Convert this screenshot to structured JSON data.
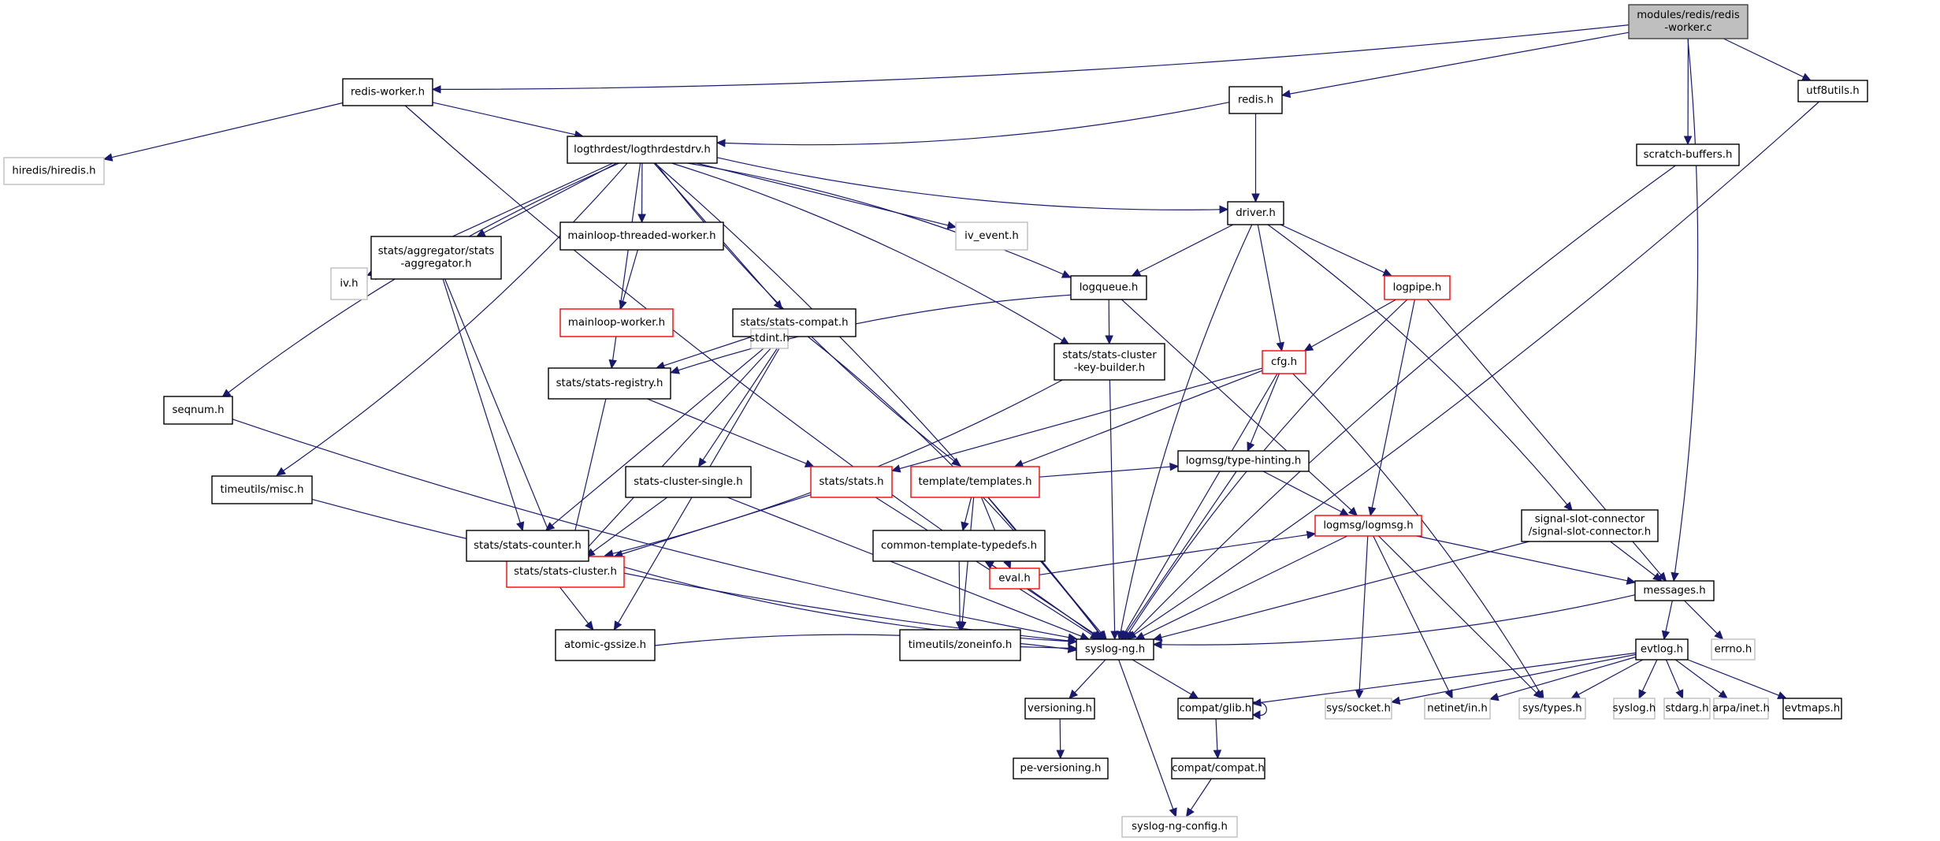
{
  "title": "modules/redis/redis-worker.c",
  "colors": {
    "edge": "#191970",
    "root_fill": "#bfbfbf",
    "normal_border": "#000000",
    "truncated_border": "#ff0000",
    "external_border": "#bfbfbf"
  },
  "nodes": [
    {
      "id": "root",
      "label": [
        "modules/redis/redis",
        "-worker.c"
      ],
      "kind": "root"
    },
    {
      "id": "redis_worker_h",
      "label": [
        "redis-worker.h"
      ],
      "kind": "normal"
    },
    {
      "id": "redis_h",
      "label": [
        "redis.h"
      ],
      "kind": "normal"
    },
    {
      "id": "utf8utils_h",
      "label": [
        "utf8utils.h"
      ],
      "kind": "normal"
    },
    {
      "id": "hiredis_h",
      "label": [
        "hiredis/hiredis.h"
      ],
      "kind": "external"
    },
    {
      "id": "logthrdestdrv_h",
      "label": [
        "logthrdest/logthrdestdrv.h"
      ],
      "kind": "normal"
    },
    {
      "id": "scratch_buffers_h",
      "label": [
        "scratch-buffers.h"
      ],
      "kind": "normal"
    },
    {
      "id": "stats_aggregator_h",
      "label": [
        "stats/aggregator/stats",
        "-aggregator.h"
      ],
      "kind": "normal"
    },
    {
      "id": "mainloop_threaded_worker_h",
      "label": [
        "mainloop-threaded-worker.h"
      ],
      "kind": "normal"
    },
    {
      "id": "iv_event_h",
      "label": [
        "iv_event.h"
      ],
      "kind": "external"
    },
    {
      "id": "driver_h",
      "label": [
        "driver.h"
      ],
      "kind": "normal"
    },
    {
      "id": "iv_h",
      "label": [
        "iv.h"
      ],
      "kind": "external"
    },
    {
      "id": "mainloop_worker_h",
      "label": [
        "mainloop-worker.h"
      ],
      "kind": "truncated"
    },
    {
      "id": "stats_compat_h",
      "label": [
        "stats/stats-compat.h"
      ],
      "kind": "normal"
    },
    {
      "id": "logqueue_h",
      "label": [
        "logqueue.h"
      ],
      "kind": "normal"
    },
    {
      "id": "logpipe_h",
      "label": [
        "logpipe.h"
      ],
      "kind": "truncated"
    },
    {
      "id": "stats_registry_h",
      "label": [
        "stats/stats-registry.h"
      ],
      "kind": "normal"
    },
    {
      "id": "stdint_h",
      "label": [
        "stdint.h"
      ],
      "kind": "external"
    },
    {
      "id": "stats_cluster_key_builder_h",
      "label": [
        "stats/stats-cluster",
        "-key-builder.h"
      ],
      "kind": "normal"
    },
    {
      "id": "cfg_h",
      "label": [
        "cfg.h"
      ],
      "kind": "truncated"
    },
    {
      "id": "seqnum_h",
      "label": [
        "seqnum.h"
      ],
      "kind": "normal"
    },
    {
      "id": "stats_cluster_single_h",
      "label": [
        "stats-cluster-single.h"
      ],
      "kind": "normal"
    },
    {
      "id": "stats_h",
      "label": [
        "stats/stats.h"
      ],
      "kind": "truncated"
    },
    {
      "id": "templates_h",
      "label": [
        "template/templates.h"
      ],
      "kind": "truncated"
    },
    {
      "id": "timeutils_misc_h",
      "label": [
        "timeutils/misc.h"
      ],
      "kind": "normal"
    },
    {
      "id": "stats_cluster_h",
      "label": [
        "stats/stats-cluster.h"
      ],
      "kind": "truncated"
    },
    {
      "id": "eval_h",
      "label": [
        "eval.h"
      ],
      "kind": "truncated"
    },
    {
      "id": "type_hinting_h",
      "label": [
        "logmsg/type-hinting.h"
      ],
      "kind": "normal"
    },
    {
      "id": "stats_counter_h",
      "label": [
        "stats/stats-counter.h"
      ],
      "kind": "normal"
    },
    {
      "id": "common_template_typedefs_h",
      "label": [
        "common-template-typedefs.h"
      ],
      "kind": "normal"
    },
    {
      "id": "logmsg_h",
      "label": [
        "logmsg/logmsg.h"
      ],
      "kind": "truncated"
    },
    {
      "id": "signal_slot_connector_h",
      "label": [
        "signal-slot-connector",
        "/signal-slot-connector.h"
      ],
      "kind": "normal"
    },
    {
      "id": "atomic_gssize_h",
      "label": [
        "atomic-gssize.h"
      ],
      "kind": "normal"
    },
    {
      "id": "zoneinfo_h",
      "label": [
        "timeutils/zoneinfo.h"
      ],
      "kind": "normal"
    },
    {
      "id": "messages_h",
      "label": [
        "messages.h"
      ],
      "kind": "normal"
    },
    {
      "id": "syslog_ng_h",
      "label": [
        "syslog-ng.h"
      ],
      "kind": "normal"
    },
    {
      "id": "evtlog_h",
      "label": [
        "evtlog.h"
      ],
      "kind": "normal"
    },
    {
      "id": "errno_h",
      "label": [
        "errno.h"
      ],
      "kind": "external"
    },
    {
      "id": "versioning_h",
      "label": [
        "versioning.h"
      ],
      "kind": "normal"
    },
    {
      "id": "compat_glib_h",
      "label": [
        "compat/glib.h"
      ],
      "kind": "normal"
    },
    {
      "id": "sys_socket_h",
      "label": [
        "sys/socket.h"
      ],
      "kind": "external"
    },
    {
      "id": "netinet_in_h",
      "label": [
        "netinet/in.h"
      ],
      "kind": "external"
    },
    {
      "id": "sys_types_h",
      "label": [
        "sys/types.h"
      ],
      "kind": "external"
    },
    {
      "id": "syslog_h",
      "label": [
        "syslog.h"
      ],
      "kind": "external"
    },
    {
      "id": "stdarg_h",
      "label": [
        "stdarg.h"
      ],
      "kind": "external"
    },
    {
      "id": "arpa_inet_h",
      "label": [
        "arpa/inet.h"
      ],
      "kind": "external"
    },
    {
      "id": "evtmaps_h",
      "label": [
        "evtmaps.h"
      ],
      "kind": "normal"
    },
    {
      "id": "pe_versioning_h",
      "label": [
        "pe-versioning.h"
      ],
      "kind": "normal"
    },
    {
      "id": "compat_compat_h",
      "label": [
        "compat/compat.h"
      ],
      "kind": "normal"
    },
    {
      "id": "syslog_ng_config_h",
      "label": [
        "syslog-ng-config.h"
      ],
      "kind": "external"
    }
  ],
  "edges": [
    [
      "root",
      "redis_worker_h"
    ],
    [
      "root",
      "redis_h"
    ],
    [
      "root",
      "utf8utils_h"
    ],
    [
      "root",
      "scratch_buffers_h"
    ],
    [
      "root",
      "messages_h"
    ],
    [
      "redis_worker_h",
      "hiredis_h"
    ],
    [
      "redis_worker_h",
      "logthrdestdrv_h"
    ],
    [
      "redis_worker_h",
      "syslog_ng_h"
    ],
    [
      "redis_h",
      "logthrdestdrv_h"
    ],
    [
      "redis_h",
      "driver_h"
    ],
    [
      "utf8utils_h",
      "syslog_ng_h"
    ],
    [
      "scratch_buffers_h",
      "syslog_ng_h"
    ],
    [
      "logthrdestdrv_h",
      "stats_aggregator_h"
    ],
    [
      "logthrdestdrv_h",
      "mainloop_threaded_worker_h"
    ],
    [
      "logthrdestdrv_h",
      "iv_event_h"
    ],
    [
      "logthrdestdrv_h",
      "driver_h"
    ],
    [
      "logthrdestdrv_h",
      "iv_h"
    ],
    [
      "logthrdestdrv_h",
      "stats_compat_h"
    ],
    [
      "logthrdestdrv_h",
      "logqueue_h"
    ],
    [
      "logthrdestdrv_h",
      "stats_registry_h"
    ],
    [
      "logthrdestdrv_h",
      "stats_cluster_key_builder_h"
    ],
    [
      "logthrdestdrv_h",
      "seqnum_h"
    ],
    [
      "logthrdestdrv_h",
      "timeutils_misc_h"
    ],
    [
      "logthrdestdrv_h",
      "templates_h"
    ],
    [
      "logthrdestdrv_h",
      "syslog_ng_h"
    ],
    [
      "stats_aggregator_h",
      "iv_h"
    ],
    [
      "stats_aggregator_h",
      "stats_cluster_h"
    ],
    [
      "stats_aggregator_h",
      "stats_counter_h"
    ],
    [
      "mainloop_threaded_worker_h",
      "mainloop_worker_h"
    ],
    [
      "driver_h",
      "logqueue_h"
    ],
    [
      "driver_h",
      "logpipe_h"
    ],
    [
      "driver_h",
      "cfg_h"
    ],
    [
      "driver_h",
      "signal_slot_connector_h"
    ],
    [
      "driver_h",
      "syslog_ng_h"
    ],
    [
      "stats_compat_h",
      "stats_registry_h"
    ],
    [
      "stats_compat_h",
      "stdint_h"
    ],
    [
      "stats_compat_h",
      "stats_cluster_single_h"
    ],
    [
      "stats_compat_h",
      "stats_cluster_h"
    ],
    [
      "stats_compat_h",
      "stats_counter_h"
    ],
    [
      "stats_compat_h",
      "atomic_gssize_h"
    ],
    [
      "stats_compat_h",
      "syslog_ng_h"
    ],
    [
      "logqueue_h",
      "stats_registry_h"
    ],
    [
      "logqueue_h",
      "stats_cluster_key_builder_h"
    ],
    [
      "logqueue_h",
      "logmsg_h"
    ],
    [
      "logpipe_h",
      "cfg_h"
    ],
    [
      "logpipe_h",
      "logmsg_h"
    ],
    [
      "logpipe_h",
      "messages_h"
    ],
    [
      "logpipe_h",
      "syslog_ng_h"
    ],
    [
      "stats_registry_h",
      "stats_cluster_h"
    ],
    [
      "stats_registry_h",
      "stats_h"
    ],
    [
      "stats_cluster_key_builder_h",
      "stats_cluster_h"
    ],
    [
      "stats_cluster_key_builder_h",
      "syslog_ng_h"
    ],
    [
      "cfg_h",
      "stats_h"
    ],
    [
      "cfg_h",
      "templates_h"
    ],
    [
      "cfg_h",
      "type_hinting_h"
    ],
    [
      "cfg_h",
      "syslog_ng_h"
    ],
    [
      "cfg_h",
      "sys_types_h"
    ],
    [
      "seqnum_h",
      "syslog_ng_h"
    ],
    [
      "stats_cluster_single_h",
      "stats_cluster_h"
    ],
    [
      "stats_cluster_single_h",
      "syslog_ng_h"
    ],
    [
      "stats_h",
      "stats_cluster_h"
    ],
    [
      "stats_h",
      "syslog_ng_h"
    ],
    [
      "templates_h",
      "eval_h"
    ],
    [
      "templates_h",
      "type_hinting_h"
    ],
    [
      "templates_h",
      "common_template_typedefs_h"
    ],
    [
      "templates_h",
      "zoneinfo_h"
    ],
    [
      "templates_h",
      "syslog_ng_h"
    ],
    [
      "timeutils_misc_h",
      "syslog_ng_h"
    ],
    [
      "stats_cluster_h",
      "stats_counter_h"
    ],
    [
      "eval_h",
      "common_template_typedefs_h"
    ],
    [
      "eval_h",
      "logmsg_h"
    ],
    [
      "eval_h",
      "syslog_ng_h"
    ],
    [
      "type_hinting_h",
      "logmsg_h"
    ],
    [
      "type_hinting_h",
      "syslog_ng_h"
    ],
    [
      "stats_counter_h",
      "atomic_gssize_h"
    ],
    [
      "stats_counter_h",
      "syslog_ng_h"
    ],
    [
      "common_template_typedefs_h",
      "zoneinfo_h"
    ],
    [
      "logmsg_h",
      "messages_h"
    ],
    [
      "logmsg_h",
      "syslog_ng_h"
    ],
    [
      "logmsg_h",
      "sys_socket_h"
    ],
    [
      "logmsg_h",
      "netinet_in_h"
    ],
    [
      "logmsg_h",
      "sys_types_h"
    ],
    [
      "signal_slot_connector_h",
      "messages_h"
    ],
    [
      "signal_slot_connector_h",
      "syslog_ng_h"
    ],
    [
      "atomic_gssize_h",
      "syslog_ng_h"
    ],
    [
      "zoneinfo_h",
      "syslog_ng_h"
    ],
    [
      "messages_h",
      "evtlog_h"
    ],
    [
      "messages_h",
      "errno_h"
    ],
    [
      "messages_h",
      "syslog_ng_h"
    ],
    [
      "syslog_ng_h",
      "versioning_h"
    ],
    [
      "syslog_ng_h",
      "compat_glib_h"
    ],
    [
      "syslog_ng_h",
      "syslog_ng_config_h"
    ],
    [
      "evtlog_h",
      "compat_glib_h"
    ],
    [
      "evtlog_h",
      "sys_socket_h"
    ],
    [
      "evtlog_h",
      "netinet_in_h"
    ],
    [
      "evtlog_h",
      "sys_types_h"
    ],
    [
      "evtlog_h",
      "syslog_h"
    ],
    [
      "evtlog_h",
      "stdarg_h"
    ],
    [
      "evtlog_h",
      "arpa_inet_h"
    ],
    [
      "evtlog_h",
      "evtmaps_h"
    ],
    [
      "versioning_h",
      "pe_versioning_h"
    ],
    [
      "compat_glib_h",
      "compat_glib_h"
    ],
    [
      "compat_glib_h",
      "compat_compat_h"
    ],
    [
      "compat_compat_h",
      "syslog_ng_config_h"
    ]
  ]
}
